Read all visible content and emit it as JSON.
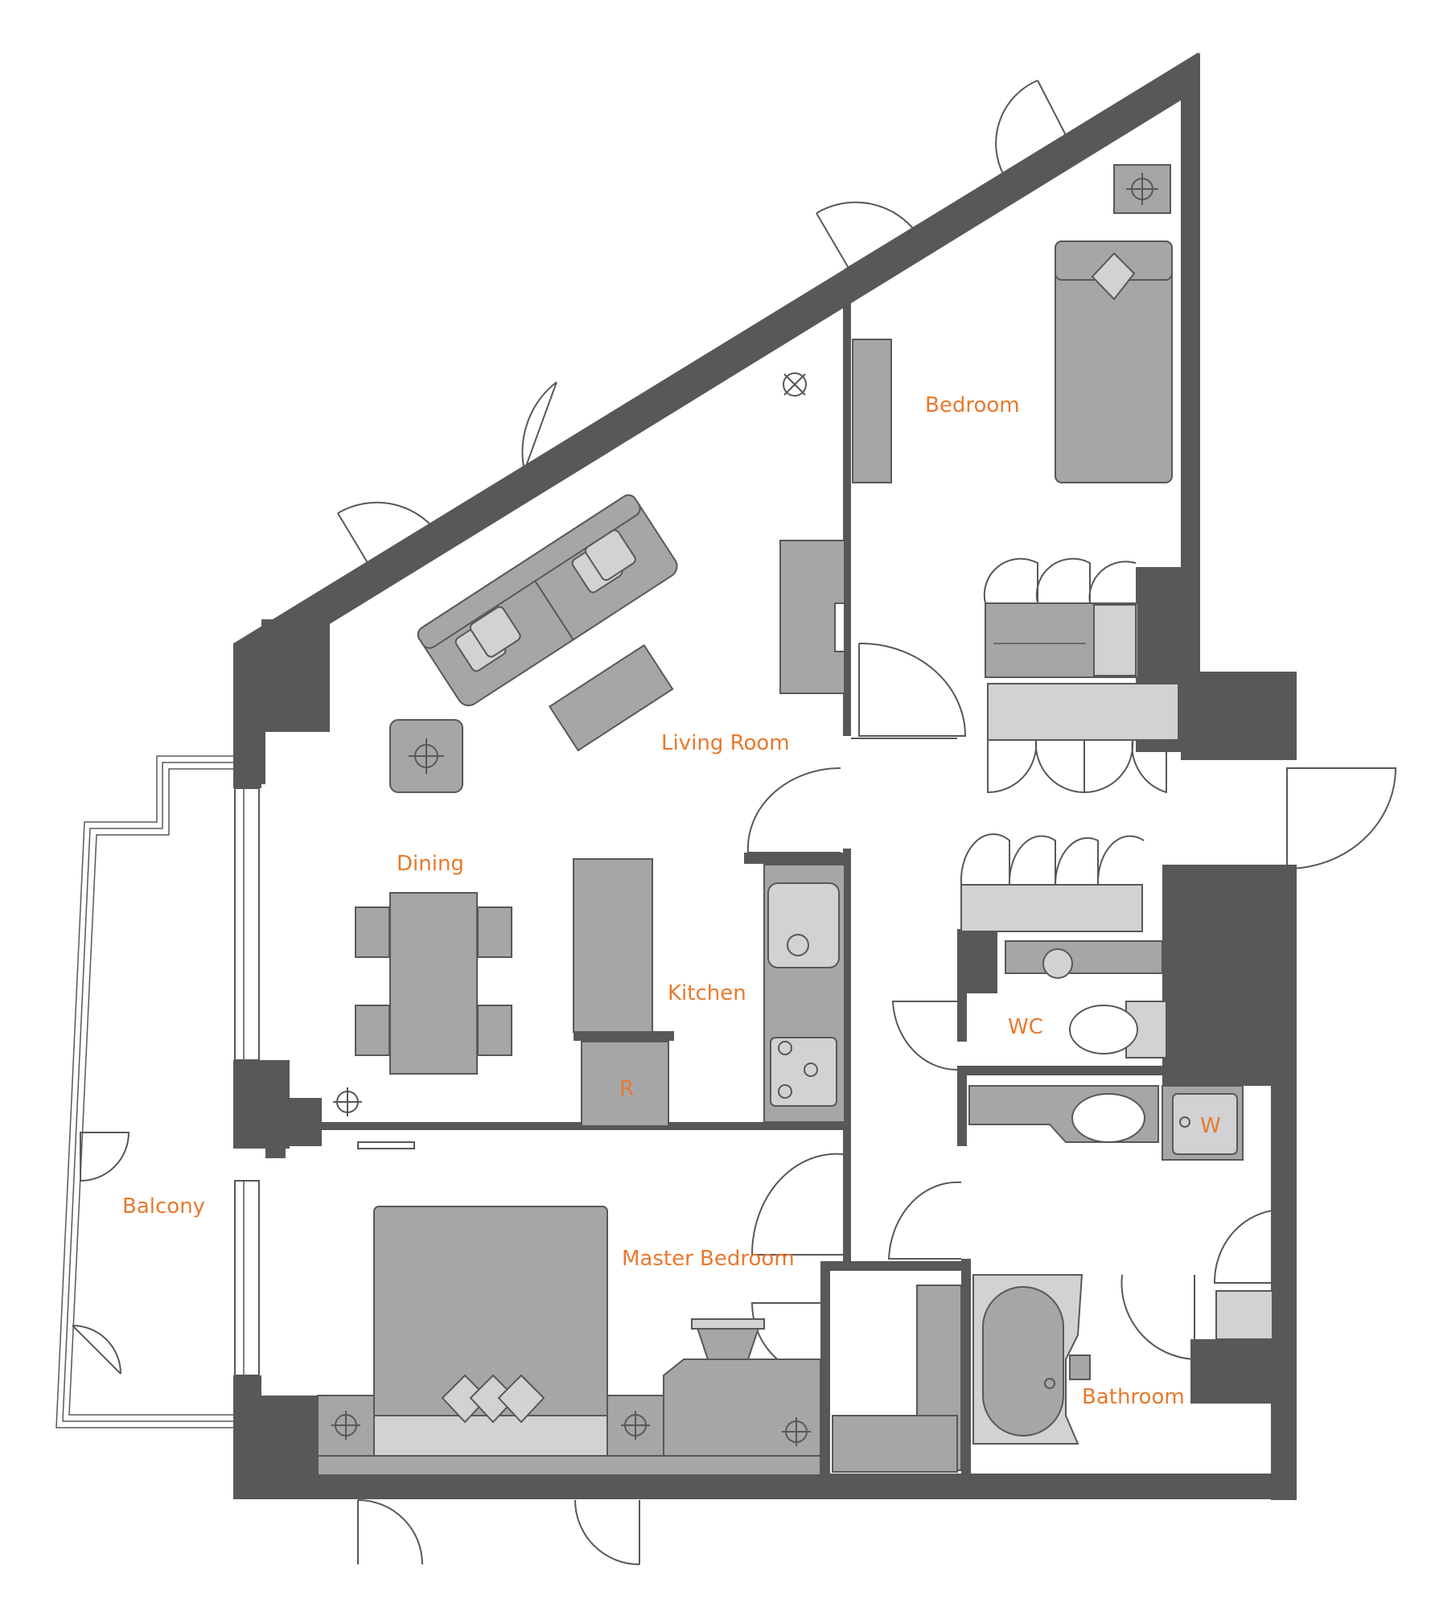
{
  "rooms": {
    "bedroom": "Bedroom",
    "living_room": "Living Room",
    "dining": "Dining",
    "kitchen": "Kitchen",
    "wc": "WC",
    "balcony": "Balcony",
    "master_bedroom": "Master Bedroom",
    "bathroom": "Bathroom"
  },
  "appliances": {
    "refrigerator": "R",
    "washer": "W"
  },
  "colors": {
    "label": "#e8792e",
    "wall": "#58585a",
    "furniture": "#a6a6a8",
    "furniture_light": "#d2d2d4"
  }
}
